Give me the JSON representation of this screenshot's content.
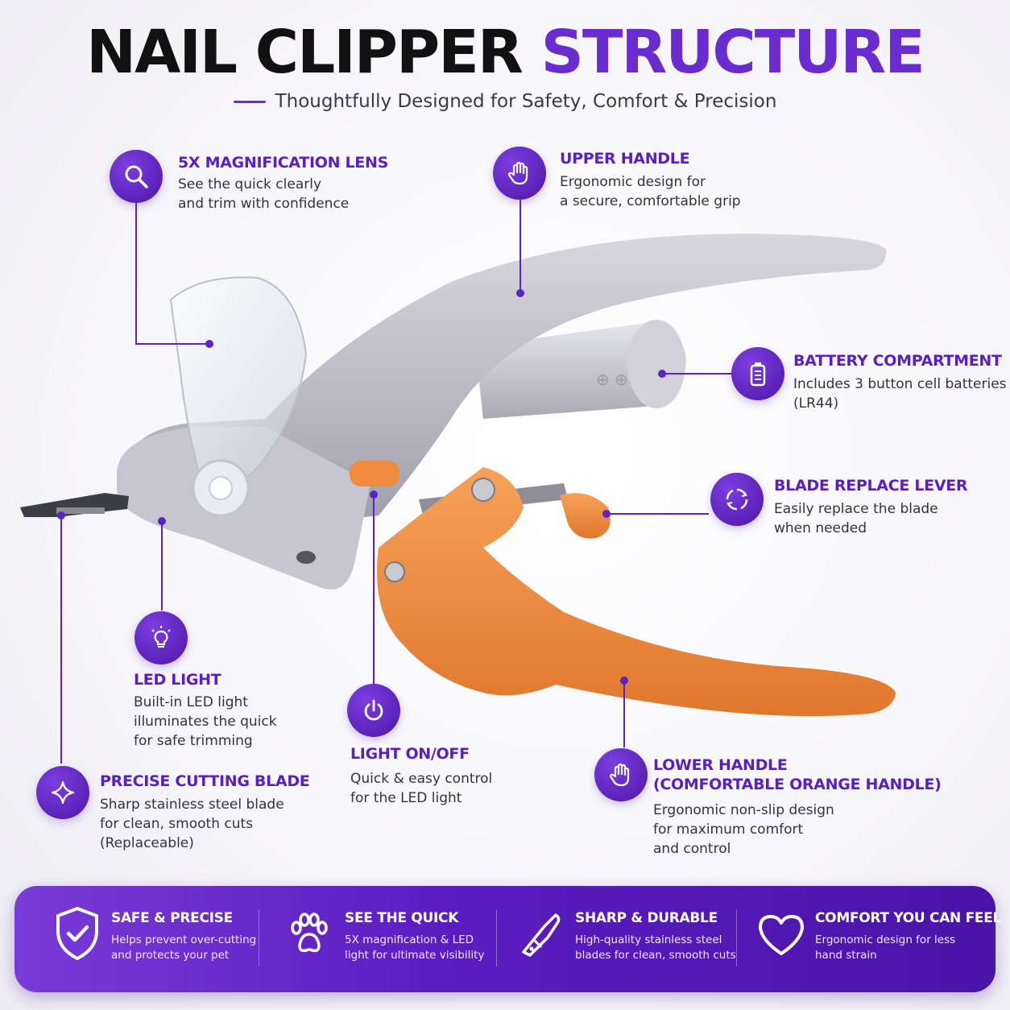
{
  "header": {
    "title_dark": "NAIL CLIPPER",
    "title_accent": "STRUCTURE",
    "subtitle": "Thoughtfully Designed for Safety, Comfort & Precision"
  },
  "callouts": {
    "lens": {
      "title": "5X MAGNIFICATION LENS",
      "desc": "See the quick clearly\nand trim with confidence",
      "icon": "magnifier-icon"
    },
    "upper": {
      "title": "UPPER HANDLE",
      "desc": "Ergonomic design for\na secure, comfortable grip",
      "icon": "hand-icon"
    },
    "battery": {
      "title": "BATTERY COMPARTMENT",
      "desc": "Includes 3 button cell batteries\n(LR44)",
      "icon": "battery-icon"
    },
    "lever": {
      "title": "BLADE REPLACE LEVER",
      "desc": "Easily replace the blade\nwhen needed",
      "icon": "refresh-icon"
    },
    "led": {
      "title": "LED LIGHT",
      "desc": "Built-in LED light\nilluminates the quick\nfor safe trimming",
      "icon": "lightbulb-icon"
    },
    "onoff": {
      "title": "LIGHT ON/OFF",
      "desc": "Quick & easy control\nfor the LED light",
      "icon": "power-icon"
    },
    "blade": {
      "title": "PRECISE CUTTING BLADE",
      "desc": "Sharp stainless steel blade\nfor clean, smooth cuts\n(Replaceable)",
      "icon": "sparkle-icon"
    },
    "lower": {
      "title": "LOWER HANDLE\n(COMFORTABLE ORANGE HANDLE)",
      "desc": "Ergonomic non-slip design\nfor maximum comfort\nand control",
      "icon": "hand-icon"
    }
  },
  "features": [
    {
      "title": "SAFE & PRECISE",
      "desc": "Helps prevent over-cutting\nand protects your pet",
      "icon": "shield-check-icon"
    },
    {
      "title": "SEE THE QUICK",
      "desc": "5X magnification & LED\nlight for ultimate visibility",
      "icon": "paw-icon"
    },
    {
      "title": "SHARP & DURABLE",
      "desc": "High-quality stainless steel\nblades for clean, smooth cuts",
      "icon": "blade-icon"
    },
    {
      "title": "COMFORT YOU CAN FEEL",
      "desc": "Ergonomic design for less\nhand strain",
      "icon": "heart-icon"
    }
  ],
  "colors": {
    "accent": "#6a2bd1",
    "orange": "#f08a3c",
    "grey": "#bdbcc6"
  }
}
